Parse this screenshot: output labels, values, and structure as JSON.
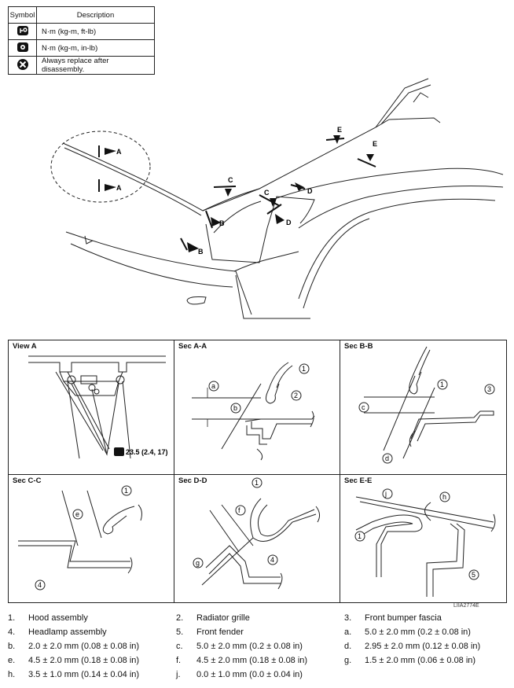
{
  "legend": {
    "header_symbol": "Symbol",
    "header_description": "Description",
    "rows": [
      {
        "icon": "torque-wrench-icon",
        "description": "N·m (kg-m, ft-lb)"
      },
      {
        "icon": "torque-wrench-inlb-icon",
        "description": "N·m (kg-m, in-lb)"
      },
      {
        "icon": "replace-x-icon",
        "description": "Always replace after disassembly."
      }
    ]
  },
  "overview": {
    "section_labels": [
      "A",
      "A",
      "B",
      "B",
      "C",
      "C",
      "D",
      "D",
      "E",
      "E"
    ]
  },
  "panels": {
    "view_a": {
      "title": "View A",
      "torque": "23.5 (2.4, 17)"
    },
    "sec_aa": {
      "title": "Sec A-A",
      "callouts": [
        "a",
        "b",
        "1",
        "2"
      ]
    },
    "sec_bb": {
      "title": "Sec B-B",
      "callouts": [
        "c",
        "d",
        "1",
        "3"
      ]
    },
    "sec_cc": {
      "title": "Sec C-C",
      "callouts": [
        "e",
        "1",
        "4"
      ]
    },
    "sec_dd": {
      "title": "Sec D-D",
      "callouts": [
        "f",
        "g",
        "1",
        "4"
      ]
    },
    "sec_ee": {
      "title": "Sec E-E",
      "callouts": [
        "j",
        "h",
        "1",
        "5"
      ]
    }
  },
  "figure_code": "LIIA2774E",
  "notes": [
    {
      "k": "1.",
      "v": "Hood assembly"
    },
    {
      "k": "2.",
      "v": "Radiator grille"
    },
    {
      "k": "3.",
      "v": "Front bumper fascia"
    },
    {
      "k": "4.",
      "v": "Headlamp assembly"
    },
    {
      "k": "5.",
      "v": "Front fender"
    },
    {
      "k": "a.",
      "v": "5.0 ± 2.0 mm (0.2 ± 0.08 in)"
    },
    {
      "k": "b.",
      "v": "2.0 ± 2.0 mm (0.08 ± 0.08 in)"
    },
    {
      "k": "c.",
      "v": "5.0 ± 2.0 mm (0.2 ± 0.08 in)"
    },
    {
      "k": "d.",
      "v": "2.95 ± 2.0 mm (0.12 ± 0.08 in)"
    },
    {
      "k": "e.",
      "v": "4.5 ± 2.0 mm (0.18 ± 0.08 in)"
    },
    {
      "k": "f.",
      "v": "4.5 ± 2.0 mm (0.18 ± 0.08 in)"
    },
    {
      "k": "g.",
      "v": "1.5 ± 2.0 mm (0.06 ± 0.08 in)"
    },
    {
      "k": "h.",
      "v": "3.5 ± 1.0 mm (0.14 ± 0.04 in)"
    },
    {
      "k": "j.",
      "v": "0.0 ± 1.0 mm (0.0 ± 0.04 in)"
    }
  ]
}
